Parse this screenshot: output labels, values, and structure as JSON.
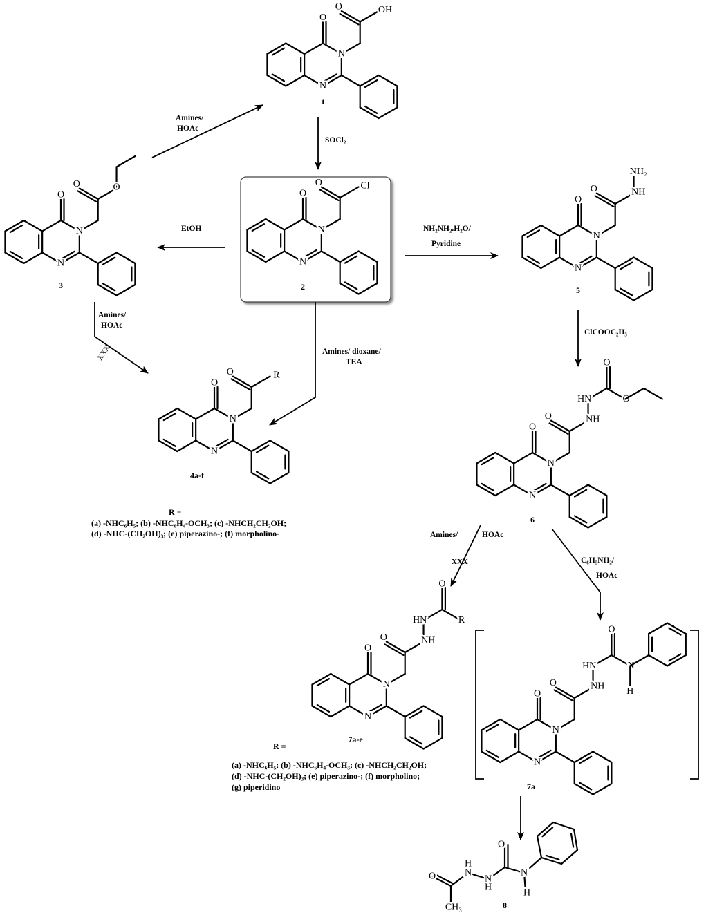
{
  "compounds": {
    "c1": {
      "label": "1",
      "atoms": {
        "o4": "O",
        "n3": "N",
        "n1": "N",
        "oc": "O",
        "x": "OH"
      }
    },
    "c2": {
      "label": "2",
      "atoms": {
        "o4": "O",
        "n3": "N",
        "n1": "N",
        "oc": "O",
        "x": "Cl"
      }
    },
    "c3": {
      "label": "3",
      "atoms": {
        "o4": "O",
        "n3": "N",
        "n1": "N",
        "oc": "O",
        "x": "O"
      }
    },
    "c4": {
      "label": "4a-f",
      "atoms": {
        "o4": "O",
        "n3": "N",
        "n1": "N",
        "oc": "O",
        "x": "R"
      }
    },
    "c5": {
      "label": "5",
      "atoms": {
        "o4": "O",
        "n3": "N",
        "n1": "N",
        "oc": "O",
        "x": "NH",
        "y": "NH₂"
      }
    },
    "c6": {
      "label": "6",
      "atoms": {
        "o4": "O",
        "n3": "N",
        "n1": "N",
        "oc": "O",
        "x": "NH",
        "y": "HN",
        "o2": "O",
        "z": "O"
      }
    },
    "c7": {
      "label": "7a-e",
      "atoms": {
        "o4": "O",
        "n3": "N",
        "n1": "N",
        "oc": "O",
        "x": "NH",
        "y": "HN",
        "o2": "O",
        "z": "R"
      }
    },
    "c7a": {
      "label": "7a",
      "atoms": {
        "o4": "O",
        "n3": "N",
        "n1": "N",
        "oc": "O",
        "x": "NH",
        "y": "HN",
        "o2": "O",
        "z": "N",
        "h": "H"
      }
    },
    "c8": {
      "label": "8",
      "atoms": {
        "o1": "O",
        "ch3": "CH₃",
        "n1": "N",
        "h1": "H",
        "n2": "N",
        "h2": "H",
        "o2": "O",
        "n3": "N",
        "h3": "H"
      }
    }
  },
  "reactions": {
    "r_3_to_1": {
      "line1": "Amines/",
      "line2": "HOAc"
    },
    "r_1_to_2": {
      "line1": "SOCl₂"
    },
    "r_2_to_3": {
      "line1": "EtOH"
    },
    "r_2_to_5": {
      "line1": "NH₂NH₂.H₂O/",
      "line2": "Pyridine"
    },
    "r_3_to_4": {
      "line1": "Amines/",
      "line2": "HOAc",
      "blocked": "XXX"
    },
    "r_2_to_4": {
      "line1": "Amines/ dioxane/",
      "line2": "TEA"
    },
    "r_5_to_6": {
      "line1": "ClCOOC₂H₅"
    },
    "r_6_to_7": {
      "line1": "Amines/",
      "line2": "HOAc",
      "blocked": "XXX"
    },
    "r_6_to_7a": {
      "line1": "C₆H₅NH₂/",
      "line2": "HOAc"
    }
  },
  "r_groups_4": {
    "title": "R =",
    "lines": [
      "(a) -NHC₆H₅; (b) -NHC₆H₄-OCH₃; (c) -NHCH₂CH₂OH;",
      "(d) -NHC-(CH₂OH)₃; (e) piperazino-; (f) morpholino-"
    ]
  },
  "r_groups_7": {
    "title": "R =",
    "lines": [
      "(a) -NHC₆H₅; (b) -NHC₆H₄-OCH₃; (c) -NHCH₂CH₂OH;",
      "(d) -NHC-(CH₂OH)₃; (e) piperazino-; (f) morpholino;",
      "(g) piperidino"
    ]
  }
}
